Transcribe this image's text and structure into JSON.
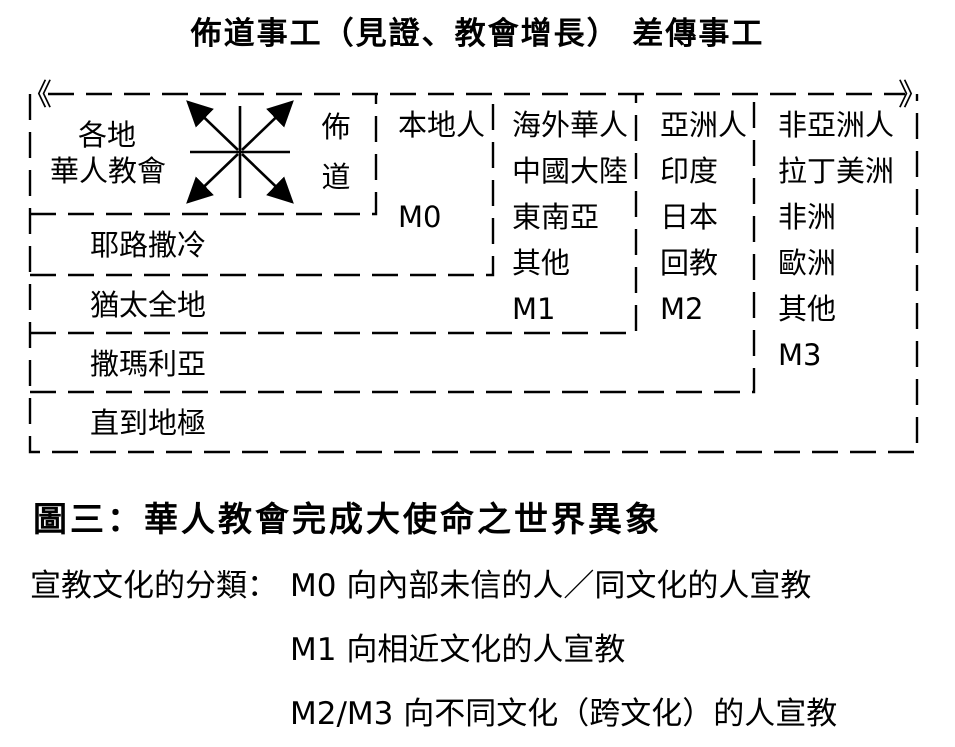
{
  "title": "佈道事工（見證、教會增長） 差傳事工",
  "brackets": {
    "left": "《",
    "right": "》"
  },
  "center": {
    "label_line1": "各地",
    "label_line2": "華人教會",
    "vertical": [
      "佈",
      "道"
    ]
  },
  "regions": {
    "jerusalem": "耶路撒冷",
    "judea": "猶太全地",
    "samaria": "撒瑪利亞",
    "ends_of_earth": "直到地極"
  },
  "columns": [
    {
      "items": [
        "本地人",
        "",
        "M0"
      ]
    },
    {
      "items": [
        "海外華人",
        "中國大陸",
        "東南亞",
        "其他",
        "M1"
      ]
    },
    {
      "items": [
        "亞洲人",
        "印度",
        "日本",
        "回教",
        "M2"
      ]
    },
    {
      "items": [
        "非亞洲人",
        "拉丁美洲",
        "非洲",
        "歐洲",
        "其他",
        "M3"
      ]
    }
  ],
  "caption": "圖三：華人教會完成大使命之世界異象",
  "legend": {
    "heading": "宣教文化的分類：",
    "rows": [
      "M0 向內部未信的人／同文化的人宣教",
      "M1 向相近文化的人宣教",
      "M2/M3 向不同文化（跨文化）的人宣教"
    ]
  }
}
